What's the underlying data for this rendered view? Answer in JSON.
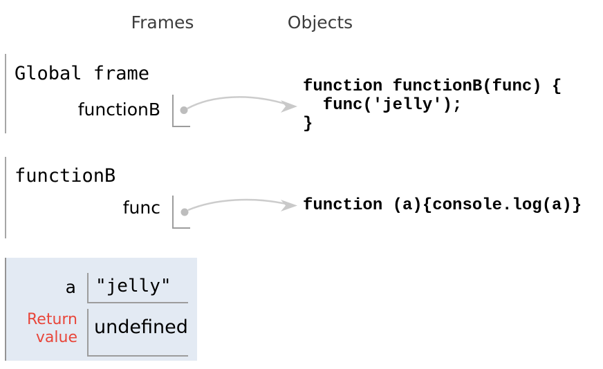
{
  "header": {
    "frames_label": "Frames",
    "objects_label": "Objects"
  },
  "frames": [
    {
      "title": "Global frame",
      "highlighted": false,
      "variables": [
        {
          "name": "functionB",
          "value": "",
          "kind": "pointer"
        }
      ]
    },
    {
      "title": "functionB",
      "highlighted": false,
      "variables": [
        {
          "name": "func",
          "value": "",
          "kind": "pointer"
        }
      ]
    },
    {
      "title": "",
      "highlighted": true,
      "variables": [
        {
          "name": "a",
          "value": "\"jelly\"",
          "kind": "string"
        },
        {
          "name": "Return value",
          "value": "undefined",
          "kind": "return"
        }
      ]
    }
  ],
  "objects": [
    {
      "kind": "function",
      "lines": [
        "function functionB(func) {",
        "  func('jelly');",
        "}"
      ]
    },
    {
      "kind": "function",
      "lines": [
        "function (a){console.log(a)}"
      ]
    }
  ],
  "colors": {
    "highlight_bg": "#e3eaf3",
    "frame_border": "#a6a6a6",
    "cell_border": "#9c9c9c",
    "arrow": "#cccccc",
    "dot": "#bdbdbd",
    "return_label": "#e8463a",
    "heading_text": "#3d3d3d"
  }
}
